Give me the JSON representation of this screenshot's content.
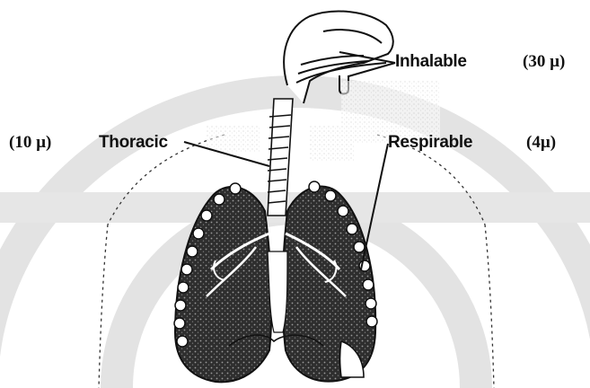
{
  "labels": {
    "inhalable": "Inhalable",
    "inhalable_size": "(30 µ)",
    "thoracic": "Thoracic",
    "thoracic_size": "(10 µ)",
    "respirable": "Respirable",
    "respirable_size": "(4µ)"
  },
  "colors": {
    "ink": "#111111",
    "watermark": "#e3e3e3",
    "lung_fill": "#3a3a3a",
    "background": "#ffffff"
  }
}
